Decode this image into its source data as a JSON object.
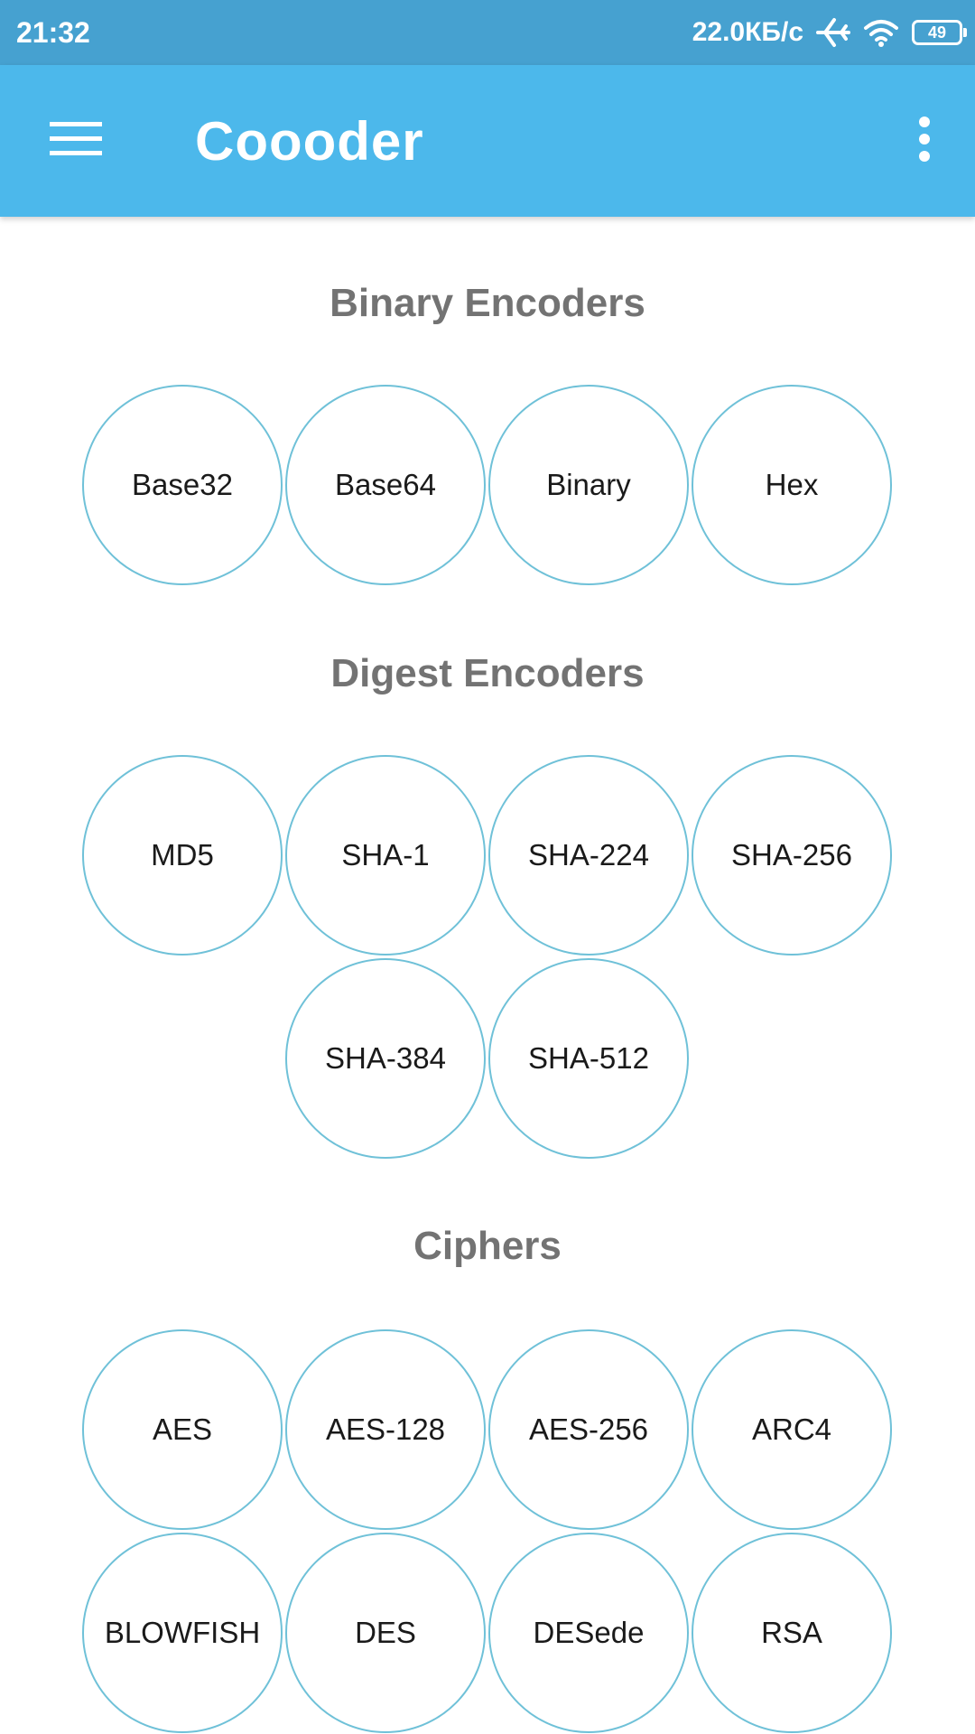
{
  "status_bar": {
    "time": "21:32",
    "network_speed": "22.0КБ/с",
    "battery_level": "49",
    "icons": [
      "airplane-mode-icon",
      "wifi-icon",
      "battery-icon"
    ]
  },
  "app_bar": {
    "title": "Coooder",
    "menu_icon": "hamburger-menu-icon",
    "overflow_icon": "more-vertical-icon",
    "background_color": "#4cb8eb"
  },
  "sections": {
    "binary": {
      "title": "Binary Encoders",
      "items": [
        "Base32",
        "Base64",
        "Binary",
        "Hex"
      ]
    },
    "digest": {
      "title": "Digest Encoders",
      "items": [
        "MD5",
        "SHA-1",
        "SHA-224",
        "SHA-256",
        "SHA-384",
        "SHA-512"
      ]
    },
    "ciphers": {
      "title": "Ciphers",
      "items": [
        "AES",
        "AES-128",
        "AES-256",
        "ARC4",
        "BLOWFISH",
        "DES",
        "DESede",
        "RSA"
      ]
    }
  }
}
